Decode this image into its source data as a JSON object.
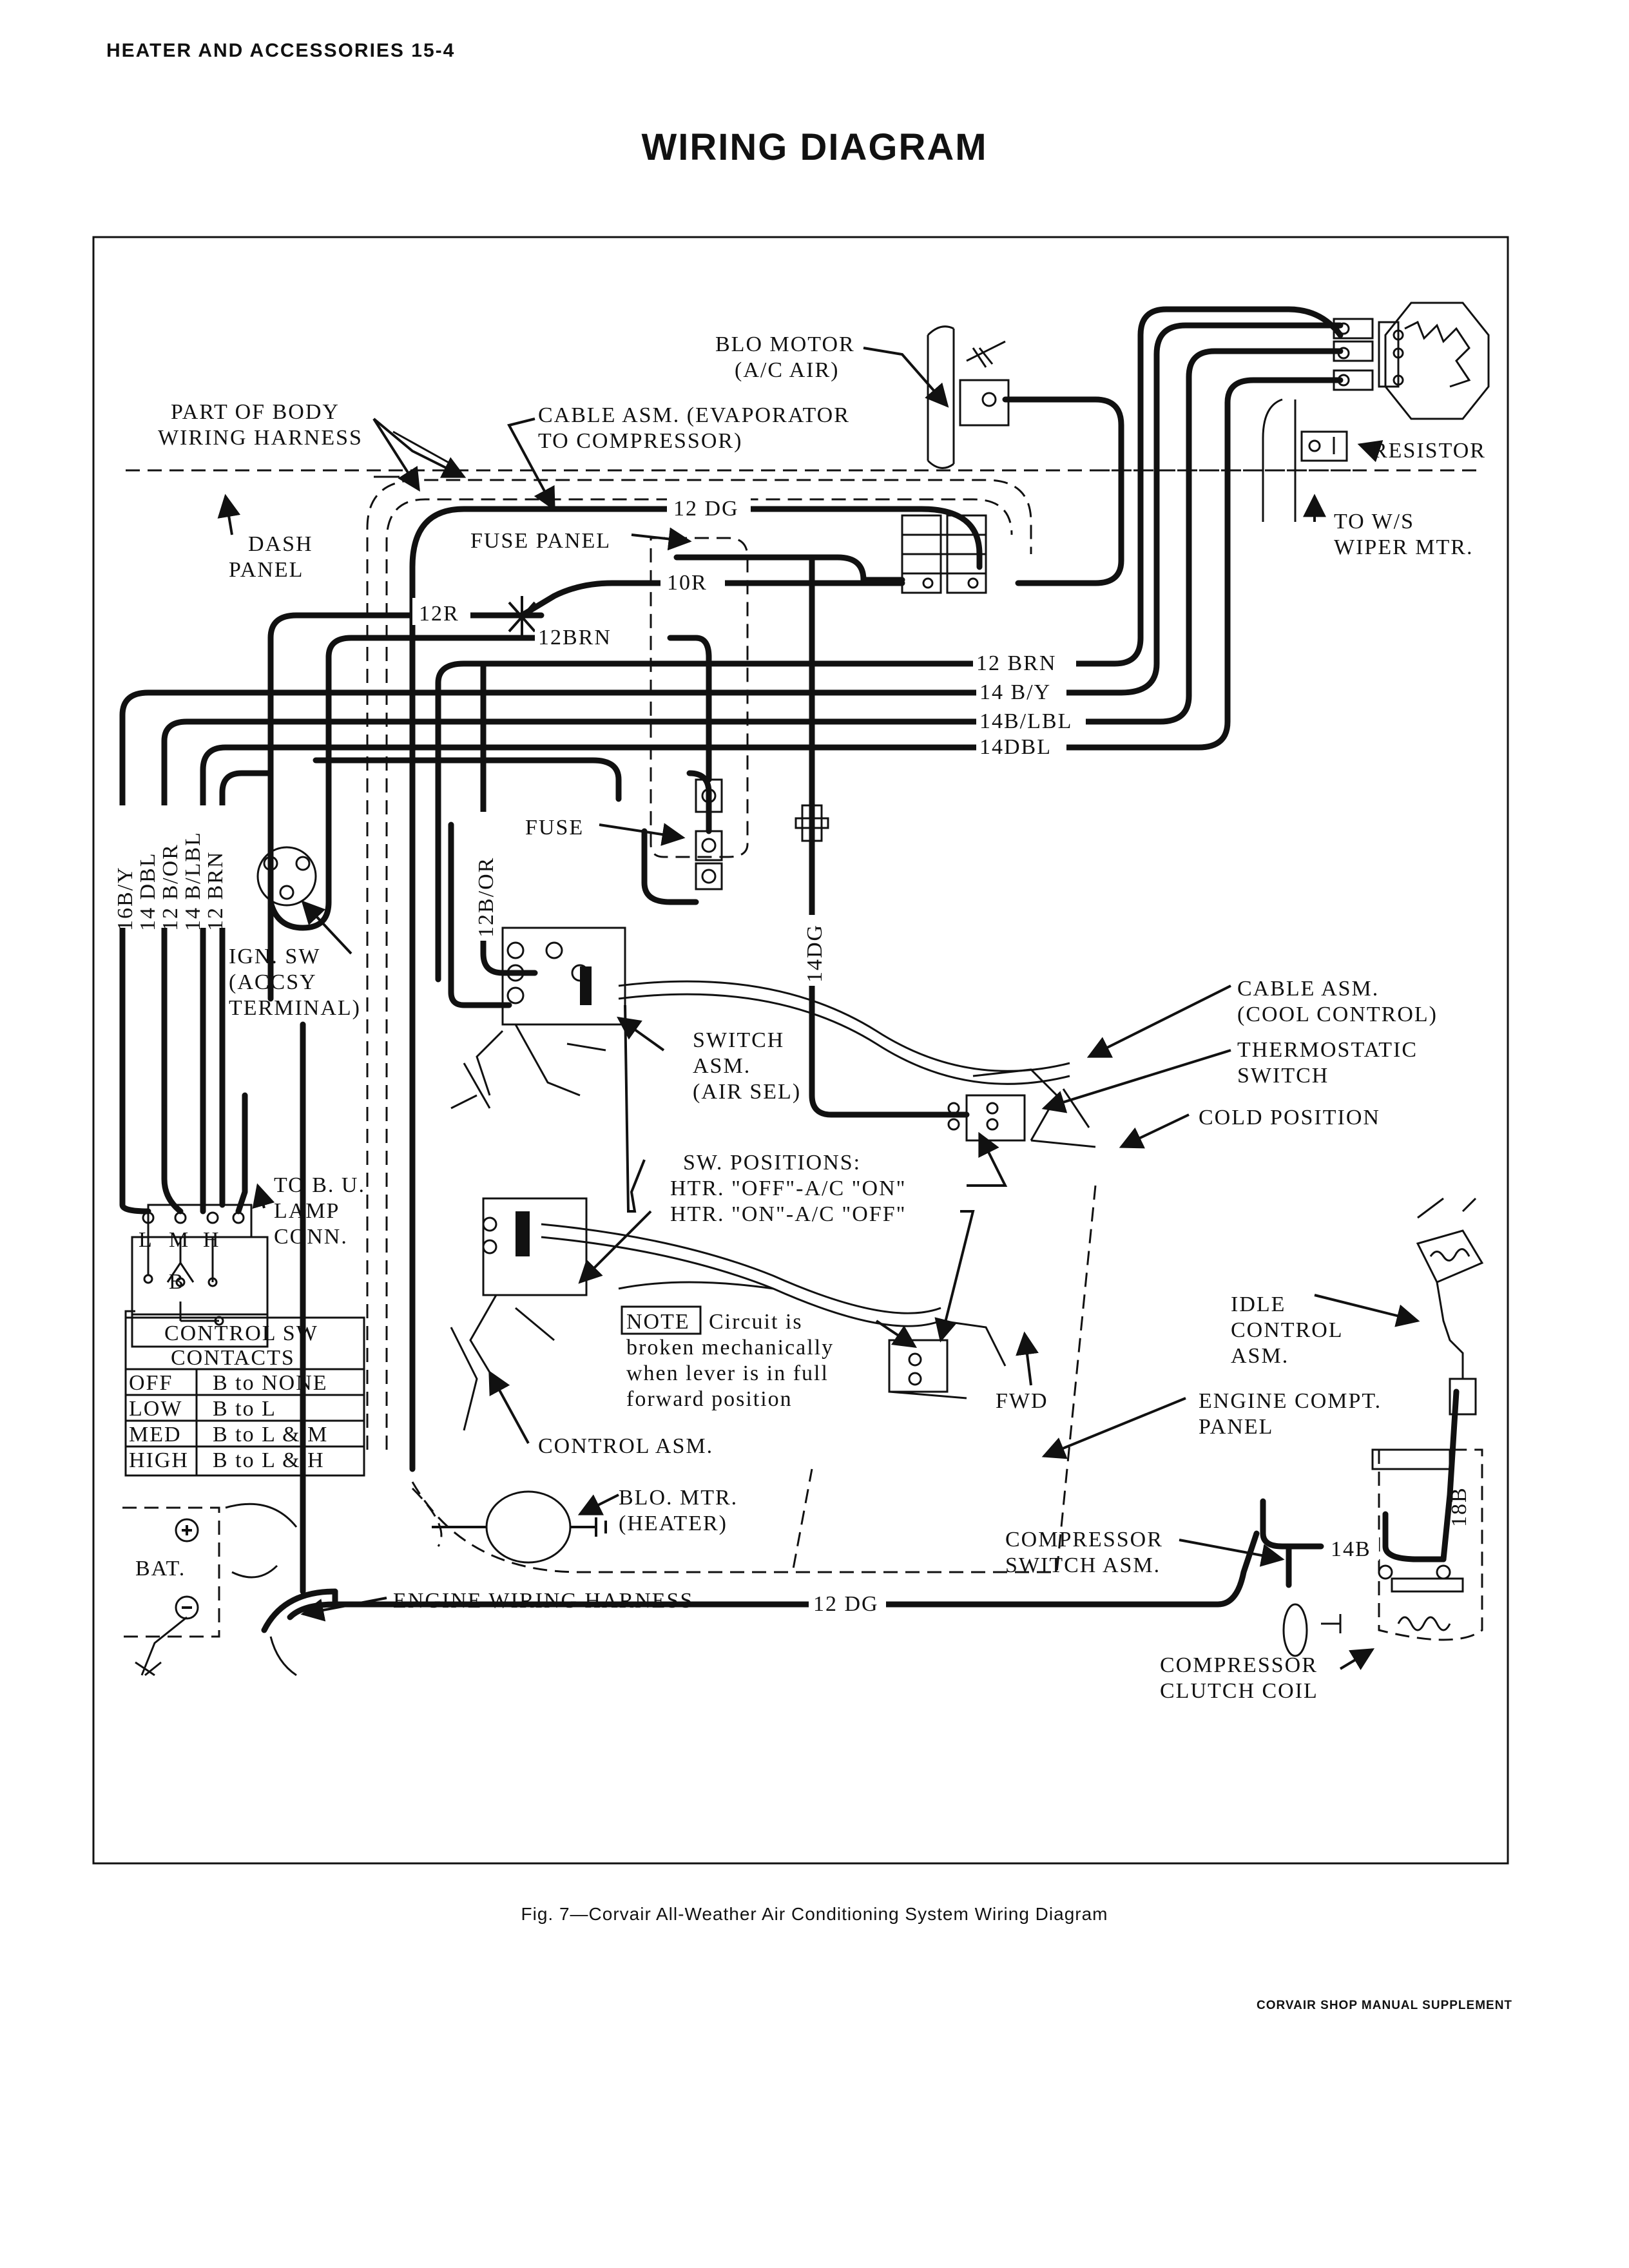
{
  "header": {
    "page_ref": "HEATER AND ACCESSORIES 15-4",
    "title": "WIRING DIAGRAM",
    "caption": "Fig. 7—Corvair All-Weather Air Conditioning System Wiring Diagram",
    "footer": "CORVAIR SHOP MANUAL SUPPLEMENT"
  },
  "labels": {
    "blo_motor_ac_1": "BLO MOTOR",
    "blo_motor_ac_2": "(A/C AIR)",
    "resistor": "RESISTOR",
    "to_ws_1": "TO W/S",
    "to_ws_2": "WIPER MTR.",
    "body_harness_1": "PART OF BODY",
    "body_harness_2": "WIRING HARNESS",
    "cable_evap_1": "CABLE ASM. (EVAPORATOR",
    "cable_evap_2": "TO COMPRESSOR)",
    "dash_panel_1": "DASH",
    "dash_panel_2": "PANEL",
    "fuse_panel": "FUSE PANEL",
    "fuse": "FUSE",
    "ign_sw_1": "IGN. SW",
    "ign_sw_2": "(ACCSY",
    "ign_sw_3": "TERMINAL)",
    "to_bu_1": "TO B. U.",
    "to_bu_2": "LAMP",
    "to_bu_3": "CONN.",
    "switch_asm_1": "SWITCH",
    "switch_asm_2": "ASM.",
    "switch_asm_3": "(AIR SEL)",
    "sw_positions": "SW. POSITIONS:",
    "sw_pos_1": "HTR. \"OFF\"-A/C \"ON\"",
    "sw_pos_2": "HTR. \"ON\"-A/C \"OFF\"",
    "cable_cool_1": "CABLE ASM.",
    "cable_cool_2": "(COOL CONTROL)",
    "thermo_1": "THERMOSTATIC",
    "thermo_2": "SWITCH",
    "cold_pos": "COLD POSITION",
    "note_tag": "NOTE",
    "note_1": "Circuit is",
    "note_2": "broken mechanically",
    "note_3": "when lever is in full",
    "note_4": "forward position",
    "fwd": "FWD",
    "idle_1": "IDLE",
    "idle_2": "CONTROL",
    "idle_3": "ASM.",
    "engine_panel_1": "ENGINE COMPT.",
    "engine_panel_2": "PANEL",
    "control_asm": "CONTROL ASM.",
    "blo_mtr_heater_1": "BLO. MTR.",
    "blo_mtr_heater_2": "(HEATER)",
    "bat": "BAT.",
    "engine_harness": "ENGINE WIRING HARNESS",
    "comp_switch_1": "COMPRESSOR",
    "comp_switch_2": "SWITCH ASM.",
    "comp_clutch_1": "COMPRESSOR",
    "comp_clutch_2": "CLUTCH COIL",
    "terminal_l": "L",
    "terminal_m": "M",
    "terminal_h": "H",
    "terminal_b": "B"
  },
  "wires": {
    "w12dg_top": "12 DG",
    "w10r": "10R",
    "w12r": "12R",
    "w12brn_left": "12BRN",
    "w12brn_right": "12 BRN",
    "w14by": "14 B/Y",
    "w14blbl": "14B/LBL",
    "w14dbl": "14DBL",
    "w12dg_bottom": "12 DG",
    "w14b": "14B",
    "w18b": "18B",
    "w14dg": "14DG",
    "w12bor_mid": "12B/OR",
    "v16by": "16B/Y",
    "v14dbl": "14 DBL",
    "v12bor": "12 B/OR",
    "v14blbl": "14 B/LBL",
    "v12brn": "12 BRN"
  },
  "contacts_table": {
    "title_1": "CONTROL SW",
    "title_2": "CONTACTS",
    "rows": [
      {
        "pos": "OFF",
        "contact": "B to NONE"
      },
      {
        "pos": "LOW",
        "contact": "B to L"
      },
      {
        "pos": "MED",
        "contact": "B to L & M"
      },
      {
        "pos": "HIGH",
        "contact": "B to L & H"
      }
    ]
  }
}
